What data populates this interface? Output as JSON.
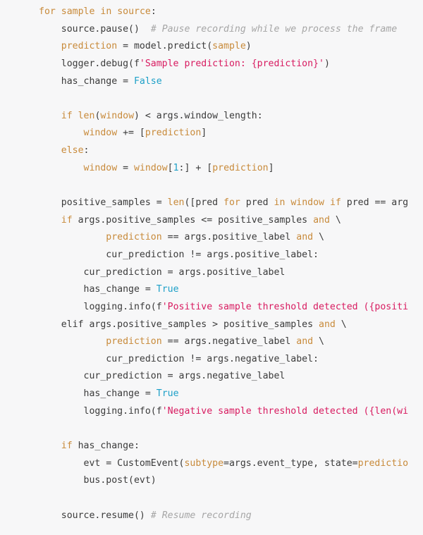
{
  "code": {
    "language": "python",
    "colors": {
      "keyword": "#c88a3a",
      "identifier": "#c88a3a",
      "plain": "#3b3b3b",
      "boolean": "#1ea0c8",
      "string": "#d81b60",
      "number": "#1ea0c8",
      "comment": "#a6a6a6",
      "background": "#f7f7f8"
    },
    "lines": [
      {
        "indent": "",
        "tokens": [
          {
            "t": "for",
            "c": "kw"
          },
          {
            "t": " ",
            "c": "pl"
          },
          {
            "t": "sample",
            "c": "id"
          },
          {
            "t": " ",
            "c": "pl"
          },
          {
            "t": "in",
            "c": "kw"
          },
          {
            "t": " ",
            "c": "pl"
          },
          {
            "t": "source",
            "c": "id"
          },
          {
            "t": ":",
            "c": "pl"
          }
        ]
      },
      {
        "indent": "    ",
        "tokens": [
          {
            "t": "source.pause()",
            "c": "pl"
          },
          {
            "t": "  ",
            "c": "pl"
          },
          {
            "t": "# Pause recording while we process the frame",
            "c": "cm"
          }
        ]
      },
      {
        "indent": "    ",
        "tokens": [
          {
            "t": "prediction",
            "c": "id"
          },
          {
            "t": " = model.predict(",
            "c": "pl"
          },
          {
            "t": "sample",
            "c": "id"
          },
          {
            "t": ")",
            "c": "pl"
          }
        ]
      },
      {
        "indent": "    ",
        "tokens": [
          {
            "t": "logger.debug(f",
            "c": "pl"
          },
          {
            "t": "'Sample prediction: {prediction}'",
            "c": "str"
          },
          {
            "t": ")",
            "c": "pl"
          }
        ]
      },
      {
        "indent": "    ",
        "tokens": [
          {
            "t": "has_change = ",
            "c": "pl"
          },
          {
            "t": "False",
            "c": "bool"
          }
        ]
      },
      {
        "indent": "",
        "tokens": []
      },
      {
        "indent": "    ",
        "tokens": [
          {
            "t": "if",
            "c": "kw"
          },
          {
            "t": " ",
            "c": "pl"
          },
          {
            "t": "len",
            "c": "kw"
          },
          {
            "t": "(",
            "c": "pl"
          },
          {
            "t": "window",
            "c": "id"
          },
          {
            "t": ") < args.window_length:",
            "c": "pl"
          }
        ]
      },
      {
        "indent": "        ",
        "tokens": [
          {
            "t": "window",
            "c": "id"
          },
          {
            "t": " += [",
            "c": "pl"
          },
          {
            "t": "prediction",
            "c": "id"
          },
          {
            "t": "]",
            "c": "pl"
          }
        ]
      },
      {
        "indent": "    ",
        "tokens": [
          {
            "t": "else",
            "c": "kw"
          },
          {
            "t": ":",
            "c": "pl"
          }
        ]
      },
      {
        "indent": "        ",
        "tokens": [
          {
            "t": "window",
            "c": "id"
          },
          {
            "t": " = ",
            "c": "pl"
          },
          {
            "t": "window",
            "c": "id"
          },
          {
            "t": "[",
            "c": "pl"
          },
          {
            "t": "1",
            "c": "num"
          },
          {
            "t": ":] + [",
            "c": "pl"
          },
          {
            "t": "prediction",
            "c": "id"
          },
          {
            "t": "]",
            "c": "pl"
          }
        ]
      },
      {
        "indent": "",
        "tokens": []
      },
      {
        "indent": "    ",
        "tokens": [
          {
            "t": "positive_samples = ",
            "c": "pl"
          },
          {
            "t": "len",
            "c": "kw"
          },
          {
            "t": "([pred ",
            "c": "pl"
          },
          {
            "t": "for",
            "c": "kw"
          },
          {
            "t": " pred ",
            "c": "pl"
          },
          {
            "t": "in",
            "c": "kw"
          },
          {
            "t": " ",
            "c": "pl"
          },
          {
            "t": "window",
            "c": "id"
          },
          {
            "t": " ",
            "c": "pl"
          },
          {
            "t": "if",
            "c": "kw"
          },
          {
            "t": " pred == arg",
            "c": "pl"
          }
        ]
      },
      {
        "indent": "    ",
        "tokens": [
          {
            "t": "if",
            "c": "kw"
          },
          {
            "t": " args.positive_samples <= positive_samples ",
            "c": "pl"
          },
          {
            "t": "and",
            "c": "kw"
          },
          {
            "t": " \\",
            "c": "pl"
          }
        ]
      },
      {
        "indent": "            ",
        "tokens": [
          {
            "t": "prediction",
            "c": "id"
          },
          {
            "t": " == args.positive_label ",
            "c": "pl"
          },
          {
            "t": "and",
            "c": "kw"
          },
          {
            "t": " \\",
            "c": "pl"
          }
        ]
      },
      {
        "indent": "            ",
        "tokens": [
          {
            "t": "cur_prediction != args.positive_label:",
            "c": "pl"
          }
        ]
      },
      {
        "indent": "        ",
        "tokens": [
          {
            "t": "cur_prediction = args.positive_label",
            "c": "pl"
          }
        ]
      },
      {
        "indent": "        ",
        "tokens": [
          {
            "t": "has_change = ",
            "c": "pl"
          },
          {
            "t": "True",
            "c": "bool"
          }
        ]
      },
      {
        "indent": "        ",
        "tokens": [
          {
            "t": "logging.info(f",
            "c": "pl"
          },
          {
            "t": "'Positive sample threshold detected ({positi",
            "c": "str"
          }
        ]
      },
      {
        "indent": "    ",
        "tokens": [
          {
            "t": "elif args.positive_samples > positive_samples ",
            "c": "pl"
          },
          {
            "t": "and",
            "c": "kw"
          },
          {
            "t": " \\",
            "c": "pl"
          }
        ]
      },
      {
        "indent": "            ",
        "tokens": [
          {
            "t": "prediction",
            "c": "id"
          },
          {
            "t": " == args.negative_label ",
            "c": "pl"
          },
          {
            "t": "and",
            "c": "kw"
          },
          {
            "t": " \\",
            "c": "pl"
          }
        ]
      },
      {
        "indent": "            ",
        "tokens": [
          {
            "t": "cur_prediction != args.negative_label:",
            "c": "pl"
          }
        ]
      },
      {
        "indent": "        ",
        "tokens": [
          {
            "t": "cur_prediction = args.negative_label",
            "c": "pl"
          }
        ]
      },
      {
        "indent": "        ",
        "tokens": [
          {
            "t": "has_change = ",
            "c": "pl"
          },
          {
            "t": "True",
            "c": "bool"
          }
        ]
      },
      {
        "indent": "        ",
        "tokens": [
          {
            "t": "logging.info(f",
            "c": "pl"
          },
          {
            "t": "'Negative sample threshold detected ({len(wi",
            "c": "str"
          }
        ]
      },
      {
        "indent": "",
        "tokens": []
      },
      {
        "indent": "    ",
        "tokens": [
          {
            "t": "if",
            "c": "kw"
          },
          {
            "t": " has_change:",
            "c": "pl"
          }
        ]
      },
      {
        "indent": "        ",
        "tokens": [
          {
            "t": "evt = CustomEvent(",
            "c": "pl"
          },
          {
            "t": "subtype",
            "c": "id"
          },
          {
            "t": "=args.event_type, state=",
            "c": "pl"
          },
          {
            "t": "predictio",
            "c": "id"
          }
        ]
      },
      {
        "indent": "        ",
        "tokens": [
          {
            "t": "bus.post(evt)",
            "c": "pl"
          }
        ]
      },
      {
        "indent": "",
        "tokens": []
      },
      {
        "indent": "    ",
        "tokens": [
          {
            "t": "source.resume()",
            "c": "pl"
          },
          {
            "t": " ",
            "c": "pl"
          },
          {
            "t": "# Resume recording",
            "c": "cm"
          }
        ]
      }
    ]
  }
}
